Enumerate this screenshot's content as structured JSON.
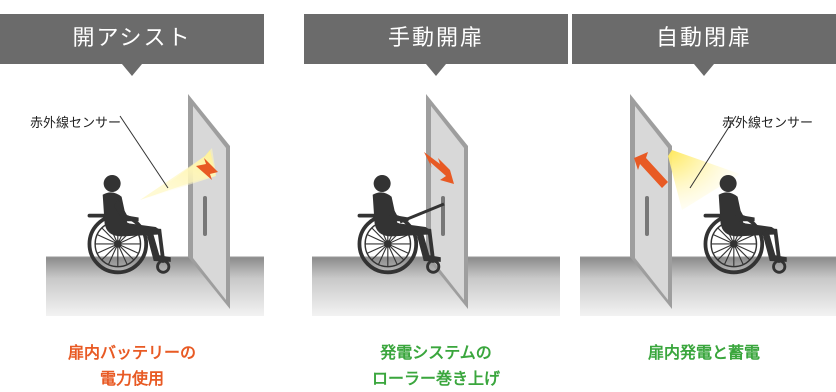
{
  "colors": {
    "header_bg": "#6b6b6b",
    "accent_orange": "#e85a24",
    "accent_green": "#3aa63d",
    "wall": "#bdbdbd",
    "floor": "#8f8f8f",
    "silhouette": "#333333",
    "beam": "#fff4b0"
  },
  "panels": [
    {
      "title": "開アシスト",
      "sensor_label": "赤外線センサー",
      "caption": [
        "扉内バッテリーの",
        "電力使用"
      ],
      "caption_color": "#e85a24"
    },
    {
      "title": "手動開扉",
      "caption": [
        "発電システムの",
        "ローラー巻き上げ"
      ],
      "caption_color": "#3aa63d"
    },
    {
      "title": "自動閉扉",
      "sensor_label": "赤外線センサー",
      "caption": [
        "扉内発電と蓄電"
      ],
      "caption_color": "#3aa63d"
    }
  ]
}
